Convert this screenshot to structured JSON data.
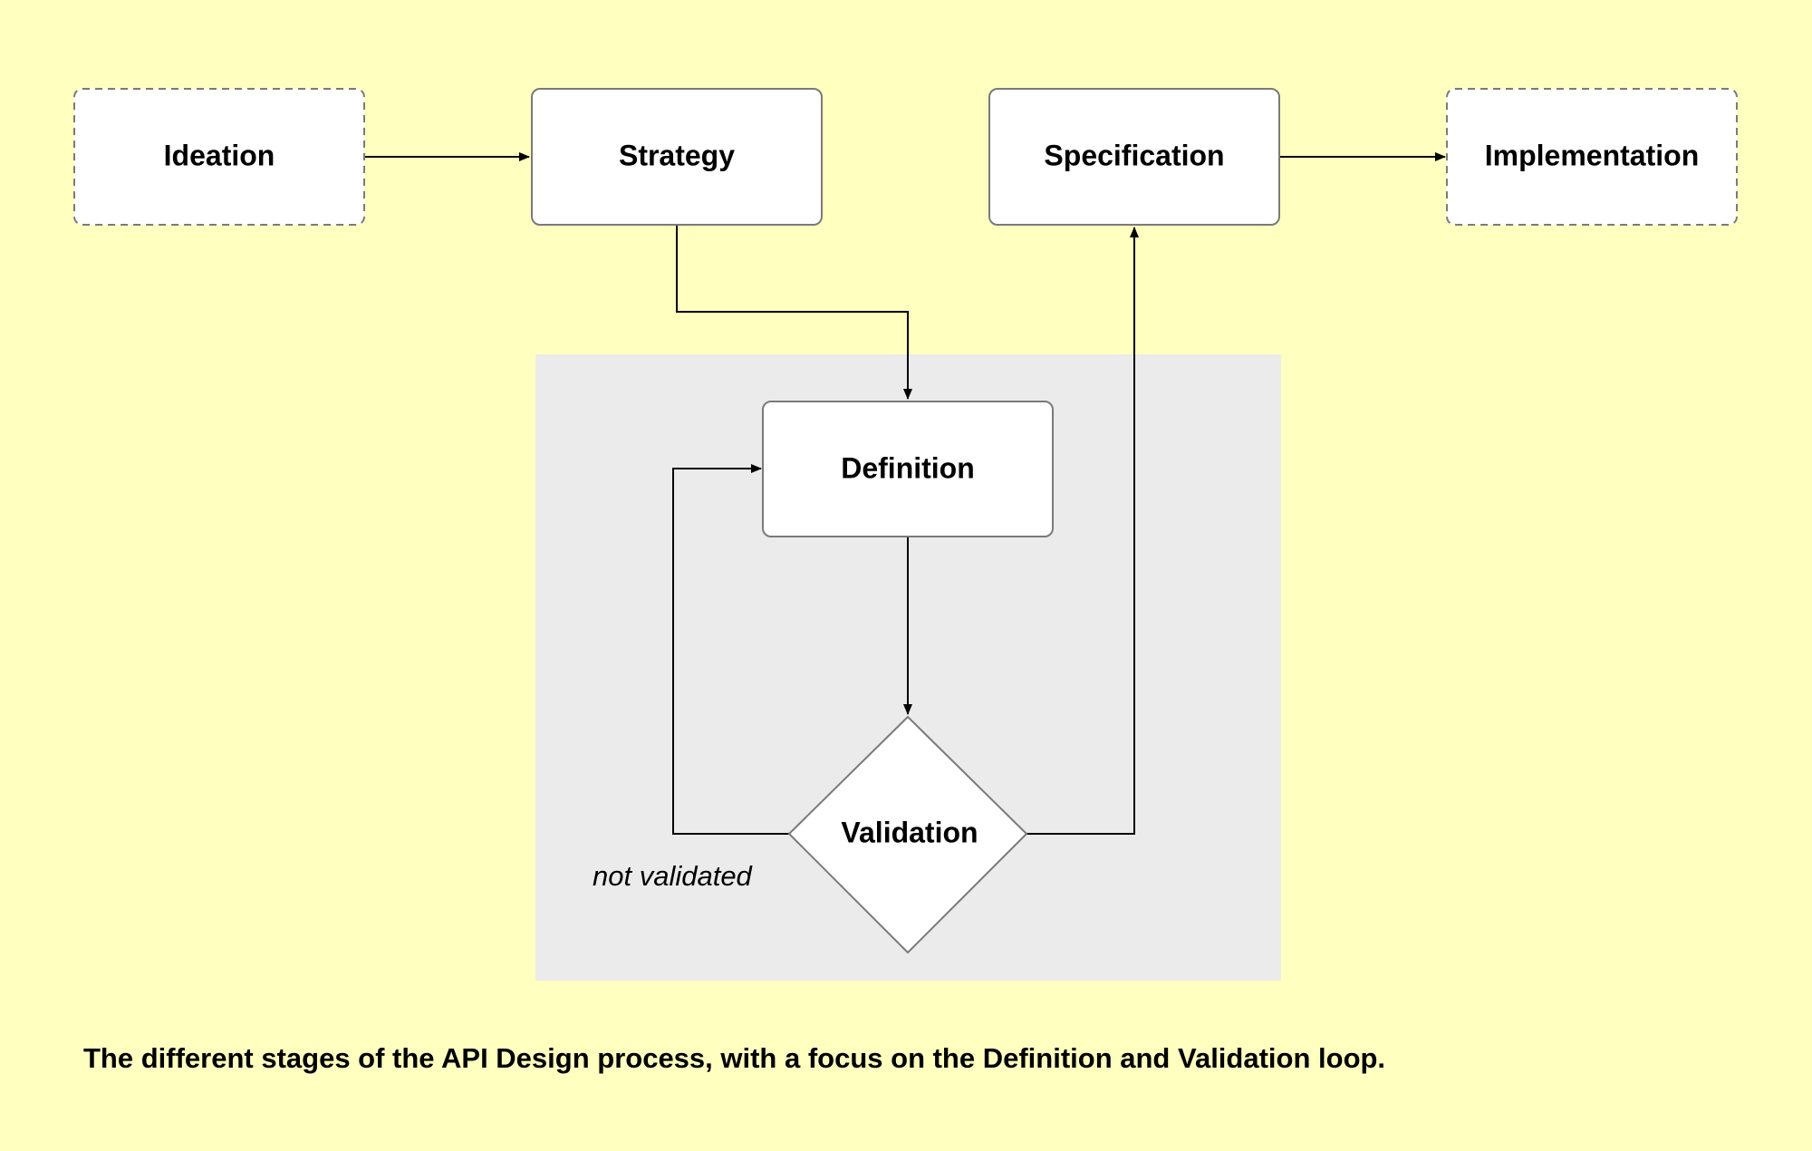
{
  "colors": {
    "background": "#ffffc0",
    "focus_area": "#ebebeb",
    "node_fill": "#ffffff",
    "node_border": "#7a7a7a",
    "edge": "#000000"
  },
  "nodes": {
    "ideation": {
      "label": "Ideation",
      "border": "dashed"
    },
    "strategy": {
      "label": "Strategy",
      "border": "solid"
    },
    "specification": {
      "label": "Specification",
      "border": "solid"
    },
    "implementation": {
      "label": "Implementation",
      "border": "dashed"
    },
    "definition": {
      "label": "Definition",
      "border": "solid"
    },
    "validation": {
      "label": "Validation",
      "shape": "diamond"
    }
  },
  "edges": [
    {
      "from": "Ideation",
      "to": "Strategy"
    },
    {
      "from": "Strategy",
      "to": "Definition"
    },
    {
      "from": "Definition",
      "to": "Validation"
    },
    {
      "from": "Validation",
      "to": "Definition",
      "label": "not validated"
    },
    {
      "from": "Validation",
      "to": "Specification"
    },
    {
      "from": "Specification",
      "to": "Implementation"
    }
  ],
  "edge_labels": {
    "not_validated": "not validated"
  },
  "caption": "The different stages of the API Design process, with a focus on the Definition and Validation loop."
}
